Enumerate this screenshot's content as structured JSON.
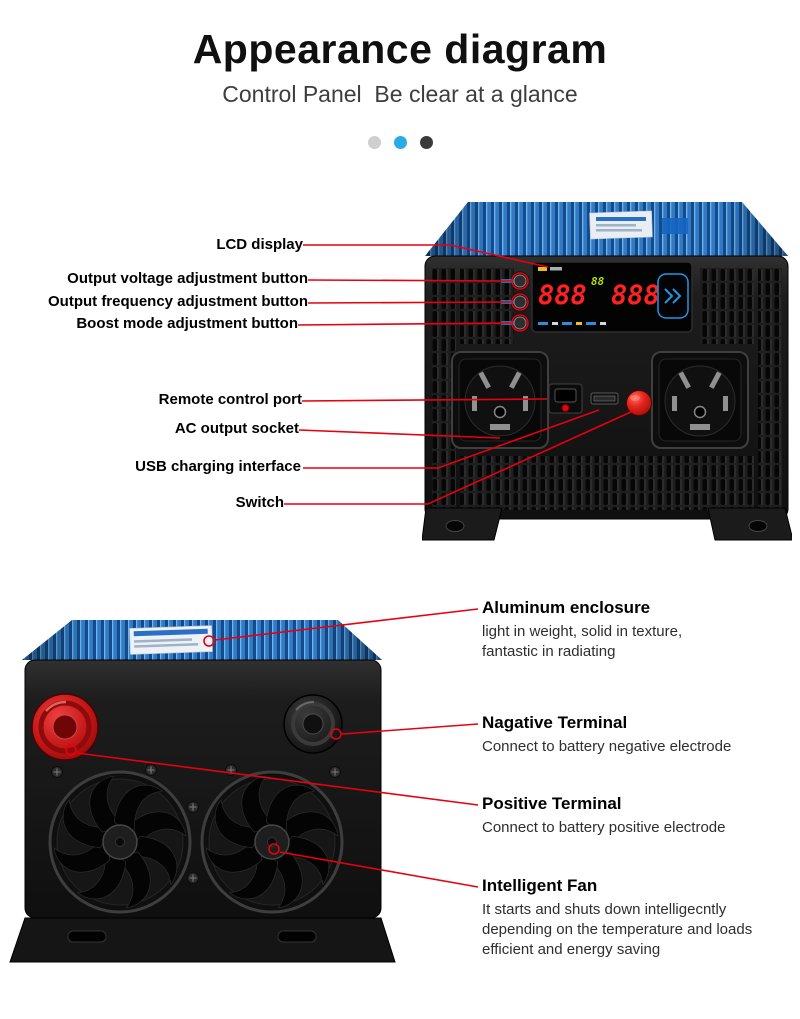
{
  "page": {
    "title": "Appearance diagram",
    "subtitle": "Control Panel  Be clear at a glance"
  },
  "carousel_dots": [
    {
      "id": "dot-1",
      "color": "#cfcfcf"
    },
    {
      "id": "dot-2",
      "color": "#2aabe3"
    },
    {
      "id": "dot-3",
      "color": "#3b3b3b"
    }
  ],
  "front_view": {
    "labels": [
      "LCD display",
      "Output voltage adjustment button",
      "Output frequency adjustment button",
      "Boost mode adjustment button",
      "Remote control port",
      "AC output socket",
      "USB charging interface",
      "Switch"
    ]
  },
  "back_view": {
    "callouts": [
      {
        "title": "Aluminum enclosure",
        "description": "light in weight, solid in texture, fantastic in radiating"
      },
      {
        "title": "Nagative Terminal",
        "description": "Connect to battery negative electrode"
      },
      {
        "title": "Positive Terminal",
        "description": "Connect to battery positive electrode"
      },
      {
        "title": "Intelligent Fan",
        "description": "It starts and shuts down intelligecntly depending on the temperature and loads efficient and energy saving"
      }
    ]
  },
  "lcd": {
    "left_value": "888",
    "aux_value": "88",
    "right_value": "888"
  },
  "colors": {
    "accent_red": "#e60012",
    "device_blue": "#2e7cc9",
    "lcd_red": "#ff2222",
    "lcd_blue": "#2196e8"
  }
}
